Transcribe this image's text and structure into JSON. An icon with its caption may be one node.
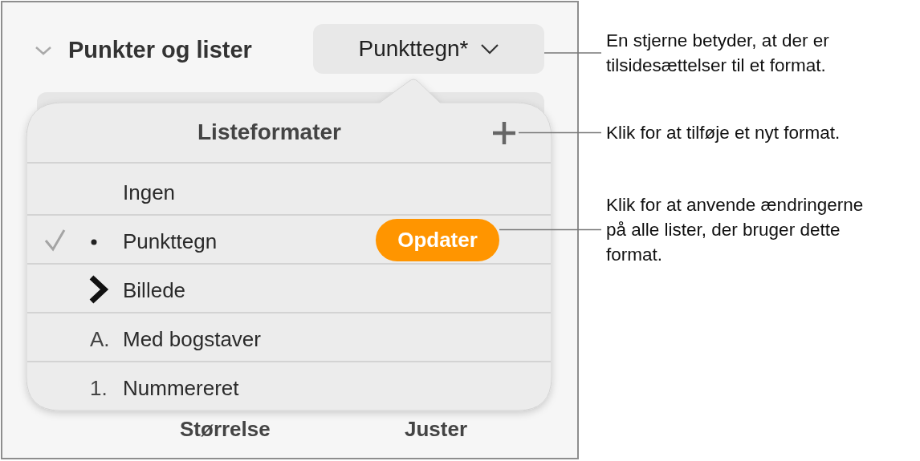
{
  "diagram": {
    "nodes": [
      {
        "text": [
          "En stjerne betyder, at der er tilsidesættelser til et format."
        ]
      },
      {
        "text": [
          "Punkttegn*"
        ]
      },
      {
        "text": [
          "Klik for at tilføje et nyt format."
        ]
      },
      {
        "text": [],
        "shape": "plus"
      },
      {
        "text": [
          "Klik for at anvende ændringerne på alle lister, der bruger dette format."
        ]
      },
      {
        "text": [
          "Opdater"
        ]
      }
    ],
    "edges": [
      {
        "from": 0,
        "to": 1,
        "arrow": "none"
      },
      {
        "from": 2,
        "to": 3,
        "arrow": "none"
      },
      {
        "from": 4,
        "to": 5,
        "arrow": "none"
      }
    ],
    "labels": [
      "Punkter og lister",
      "Listeformater",
      "Ingen",
      "Punkttegn",
      "Billede",
      "A.",
      "Med bogstaver",
      "1.",
      "Nummereret",
      "Størrelse",
      "Juster"
    ]
  }
}
